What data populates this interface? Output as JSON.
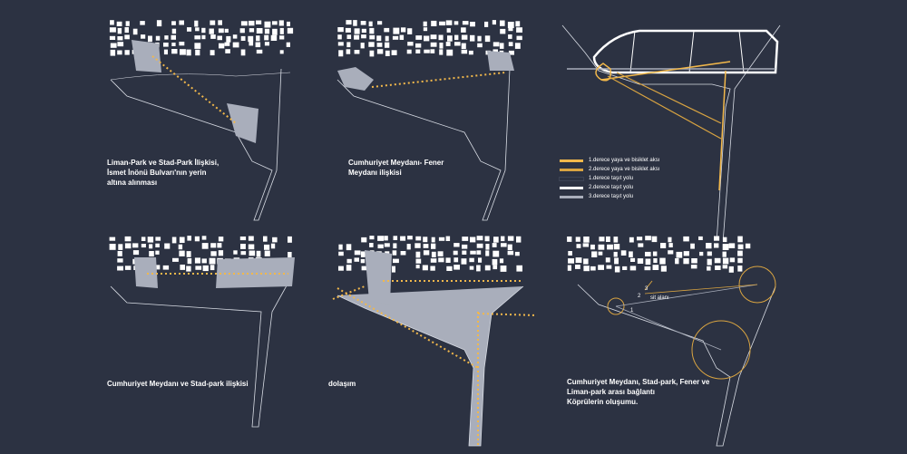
{
  "panels": [
    {
      "id": "p1",
      "caption_lines": [
        "Liman-Park ve Stad-Park İlişkisi,",
        "İsmet İnönü Bulvarı'nın yerin",
        "altına alınması"
      ]
    },
    {
      "id": "p2",
      "caption_lines": [
        "Cumhuriyet Meydanı- Fener",
        "Meydanı ilişkisi"
      ]
    },
    {
      "id": "p3",
      "caption_lines": []
    },
    {
      "id": "p4",
      "caption_lines": [
        "Cumhuriyet Meydanı ve Stad-park ilişkisi"
      ]
    },
    {
      "id": "p5",
      "caption_lines": [
        "dolaşım"
      ]
    },
    {
      "id": "p6",
      "caption_lines": [
        "Cumhuriyet Meydanı, Stad-park, Fener ve",
        "Liman-park arası bağlantı",
        "Köprülerin oluşumu."
      ]
    }
  ],
  "legend": [
    {
      "label": "1.derece yaya ve bisiklet aksı",
      "color": "#f2b84b"
    },
    {
      "label": "2.derece yaya ve bisiklet aksı",
      "color": "#d9a441"
    },
    {
      "label": "1.derece taşıt yolu",
      "color": "#2c3242"
    },
    {
      "label": "2.derece taşıt yolu",
      "color": "#ffffff"
    },
    {
      "label": "3.derece taşıt yolu",
      "color": "#a9aebb"
    }
  ],
  "site_labels": [
    "1",
    "2",
    "3",
    "sit alanı"
  ],
  "colors": {
    "background": "#2c3242",
    "axis": "#f2b84b",
    "park": "#a9aebb",
    "building": "#ffffff"
  }
}
